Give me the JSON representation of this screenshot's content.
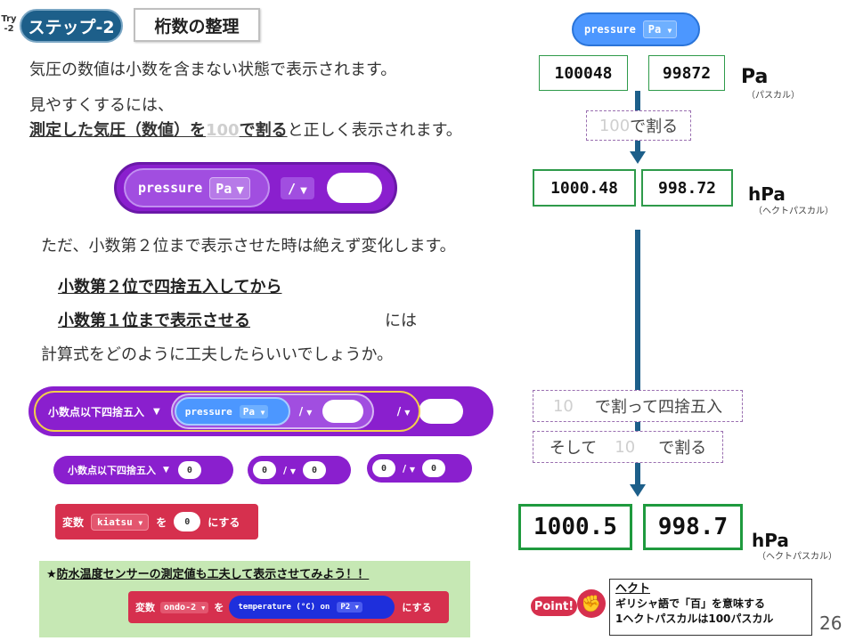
{
  "header": {
    "try_label": "Try",
    "try_num": "-2",
    "step": "ステップ-2",
    "title": "桁数の整理"
  },
  "text": {
    "line1": "気圧の数値は小数を含まない状態で表示されます。",
    "line2": "見やすくするには、",
    "line3_a": "測定した気圧（数値）を",
    "line3_b": "100",
    "line3_c": "で割る",
    "line3_d": "と正しく表示されます。",
    "line4": "ただ、小数第２位まで表示させた時は絶えず変化します。",
    "line5": "小数第２位で四捨五入してから",
    "line6": "小数第１位まで表示させる",
    "line6_b": "には",
    "line7": "計算式をどのように工夫したらいいでしょうか。"
  },
  "blocks": {
    "pressure_label": "pressure",
    "pa_label": "Pa",
    "div_op": "/",
    "round_label": "小数点以下四捨五入",
    "zero": "0",
    "var_label": "変数",
    "kiatsu": "kiatsu",
    "wo": "を",
    "ni_suru": "にする",
    "ondo": "ondo-2",
    "temperature": "temperature (°C) on",
    "pin": "P2"
  },
  "challenge": {
    "star": "★",
    "text": "防水温度センサーの測定値も工夫して表示させてみよう！！"
  },
  "right": {
    "raw1": "100048",
    "raw2": "99872",
    "unit_pa": "Pa",
    "unit_pa_sub": "（パスカル）",
    "div100_num": "100",
    "div100_text": "で割る",
    "hpa1": "1000.48",
    "hpa2": "998.72",
    "unit_hpa": "hPa",
    "unit_hpa_sub": "（ヘクトパスカル）",
    "step10_num": "10",
    "step10_text": "で割って四捨五入",
    "then": "そして",
    "then_num": "10",
    "then_text": "で割る",
    "final1": "1000.5",
    "final2": "998.7"
  },
  "point": {
    "badge": "Point!",
    "title": "ヘクト",
    "line1": "ギリシャ語で「百」を意味する",
    "line2": "1ヘクトパスカルは100パスカル"
  },
  "page_number": "26"
}
